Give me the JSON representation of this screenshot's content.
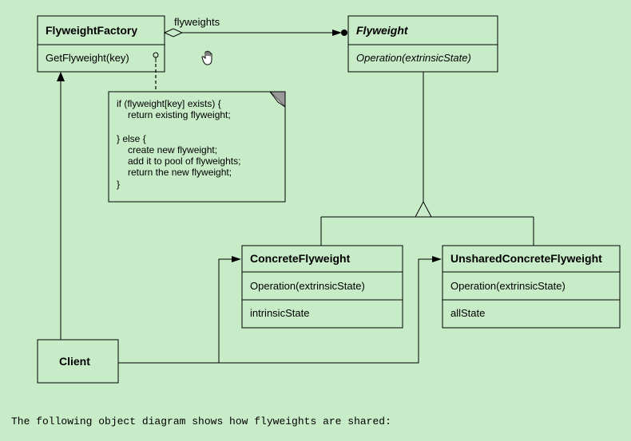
{
  "diagram": {
    "classes": {
      "factory": {
        "name": "FlyweightFactory",
        "operation": "GetFlyweight(key)"
      },
      "flyweight": {
        "name": "Flyweight",
        "operation": "Operation(extrinsicState)"
      },
      "concrete": {
        "name": "ConcreteFlyweight",
        "operation": "Operation(extrinsicState)",
        "attribute": "intrinsicState"
      },
      "unshared": {
        "name": "UnsharedConcreteFlyweight",
        "operation": "Operation(extrinsicState)",
        "attribute": "allState"
      },
      "client": {
        "name": "Client"
      }
    },
    "association_label": "flyweights",
    "note_lines": [
      "if (flyweight[key] exists) {",
      "return existing flyweight;",
      "} else {",
      "create new flyweight;",
      "add it to pool of flyweights;",
      "return the new flyweight;",
      "}"
    ]
  },
  "caption": "The following object diagram shows how flyweights are shared:",
  "icons": {
    "cursor": "hand-pointer-icon"
  }
}
